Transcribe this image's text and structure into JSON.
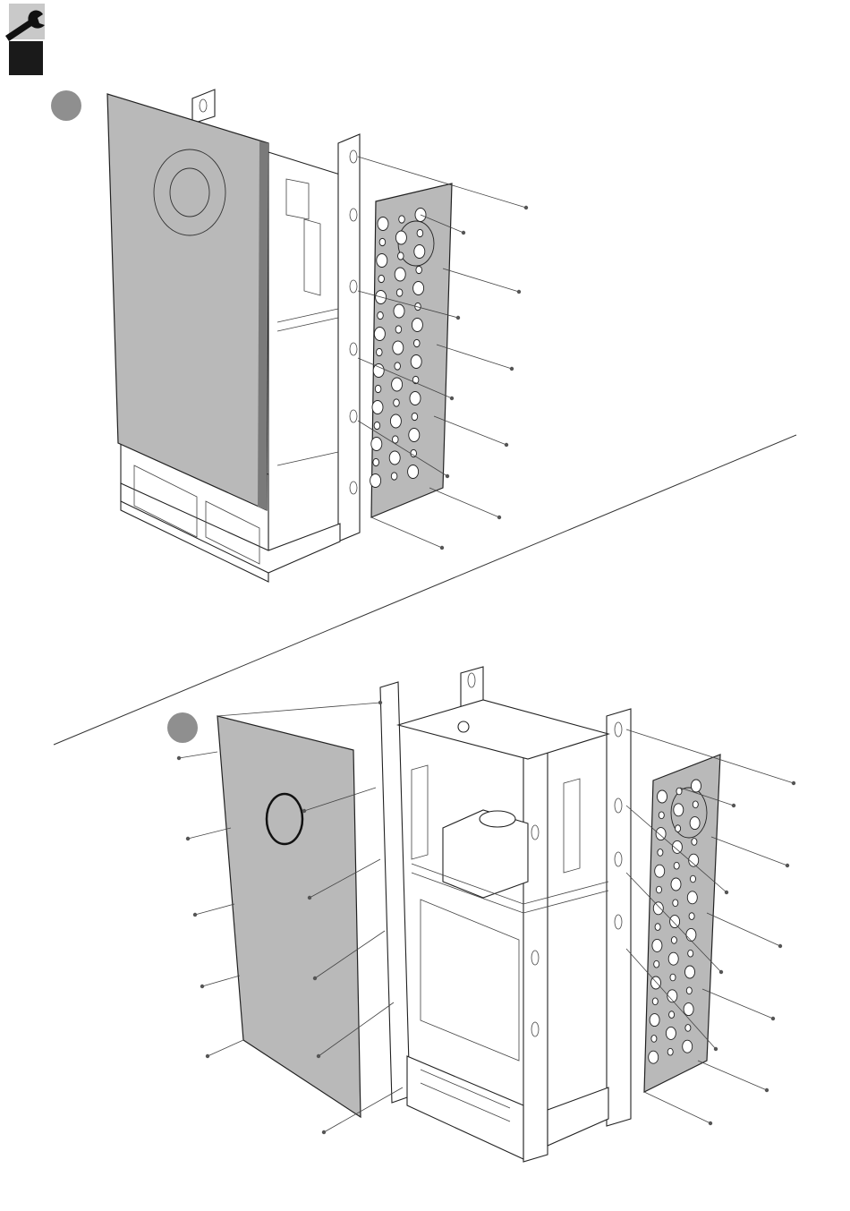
{
  "header": {
    "tool_icon": "wrench-icon",
    "badge_icon": "black-square-badge",
    "colors": {
      "tool_bg": "#c9c9c9",
      "badge": "#1a1a1a",
      "panel": "#b9b9b9",
      "step_badge": "#8f8f8f"
    }
  },
  "steps": [
    {
      "id": "step-1",
      "label": ""
    },
    {
      "id": "step-2",
      "label": ""
    }
  ]
}
